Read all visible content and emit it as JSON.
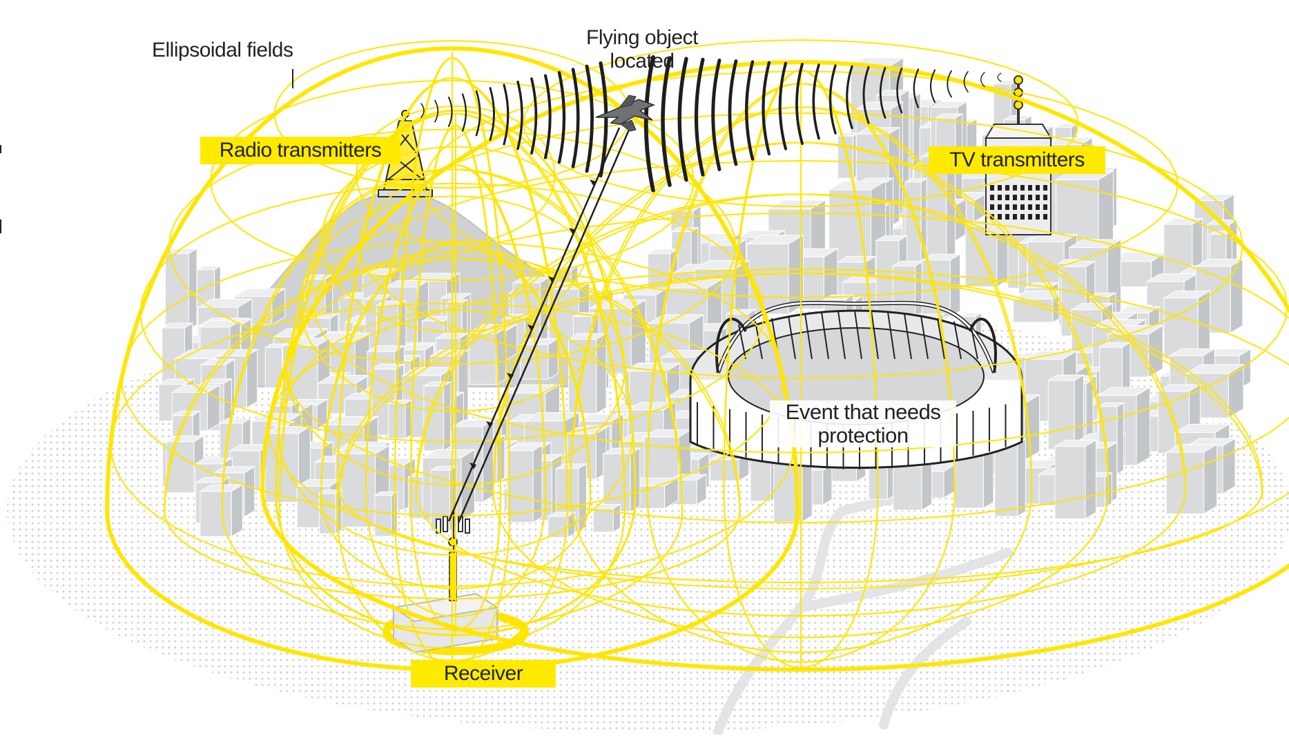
{
  "labels": {
    "ellipsoidal_fields": "Ellipsoidal fields",
    "flying_object_line1": "Flying object",
    "flying_object_line2": "located",
    "radio_transmitters": "Radio transmitters",
    "tv_transmitters": "TV transmitters",
    "event_line1": "Event that needs",
    "event_line2": "protection",
    "receiver": "Receiver"
  },
  "colors": {
    "field_yellow": "#ffe600",
    "highlight_yellow": "#ffea00",
    "building_grey": "#d9dbdd",
    "building_dark": "#c3c6c9",
    "mountain_grey": "#cfd1d3",
    "dot_grey": "#c8c8c8",
    "road_grey": "#e2e4e6",
    "ink": "#1e1e1e"
  },
  "icons": {
    "radio_tower": "lattice-tower-icon",
    "tv_tower": "skyscraper-antenna-icon",
    "aircraft": "jet-aircraft-icon",
    "receiver": "receiver-mast-icon",
    "stadium": "stadium-icon"
  }
}
